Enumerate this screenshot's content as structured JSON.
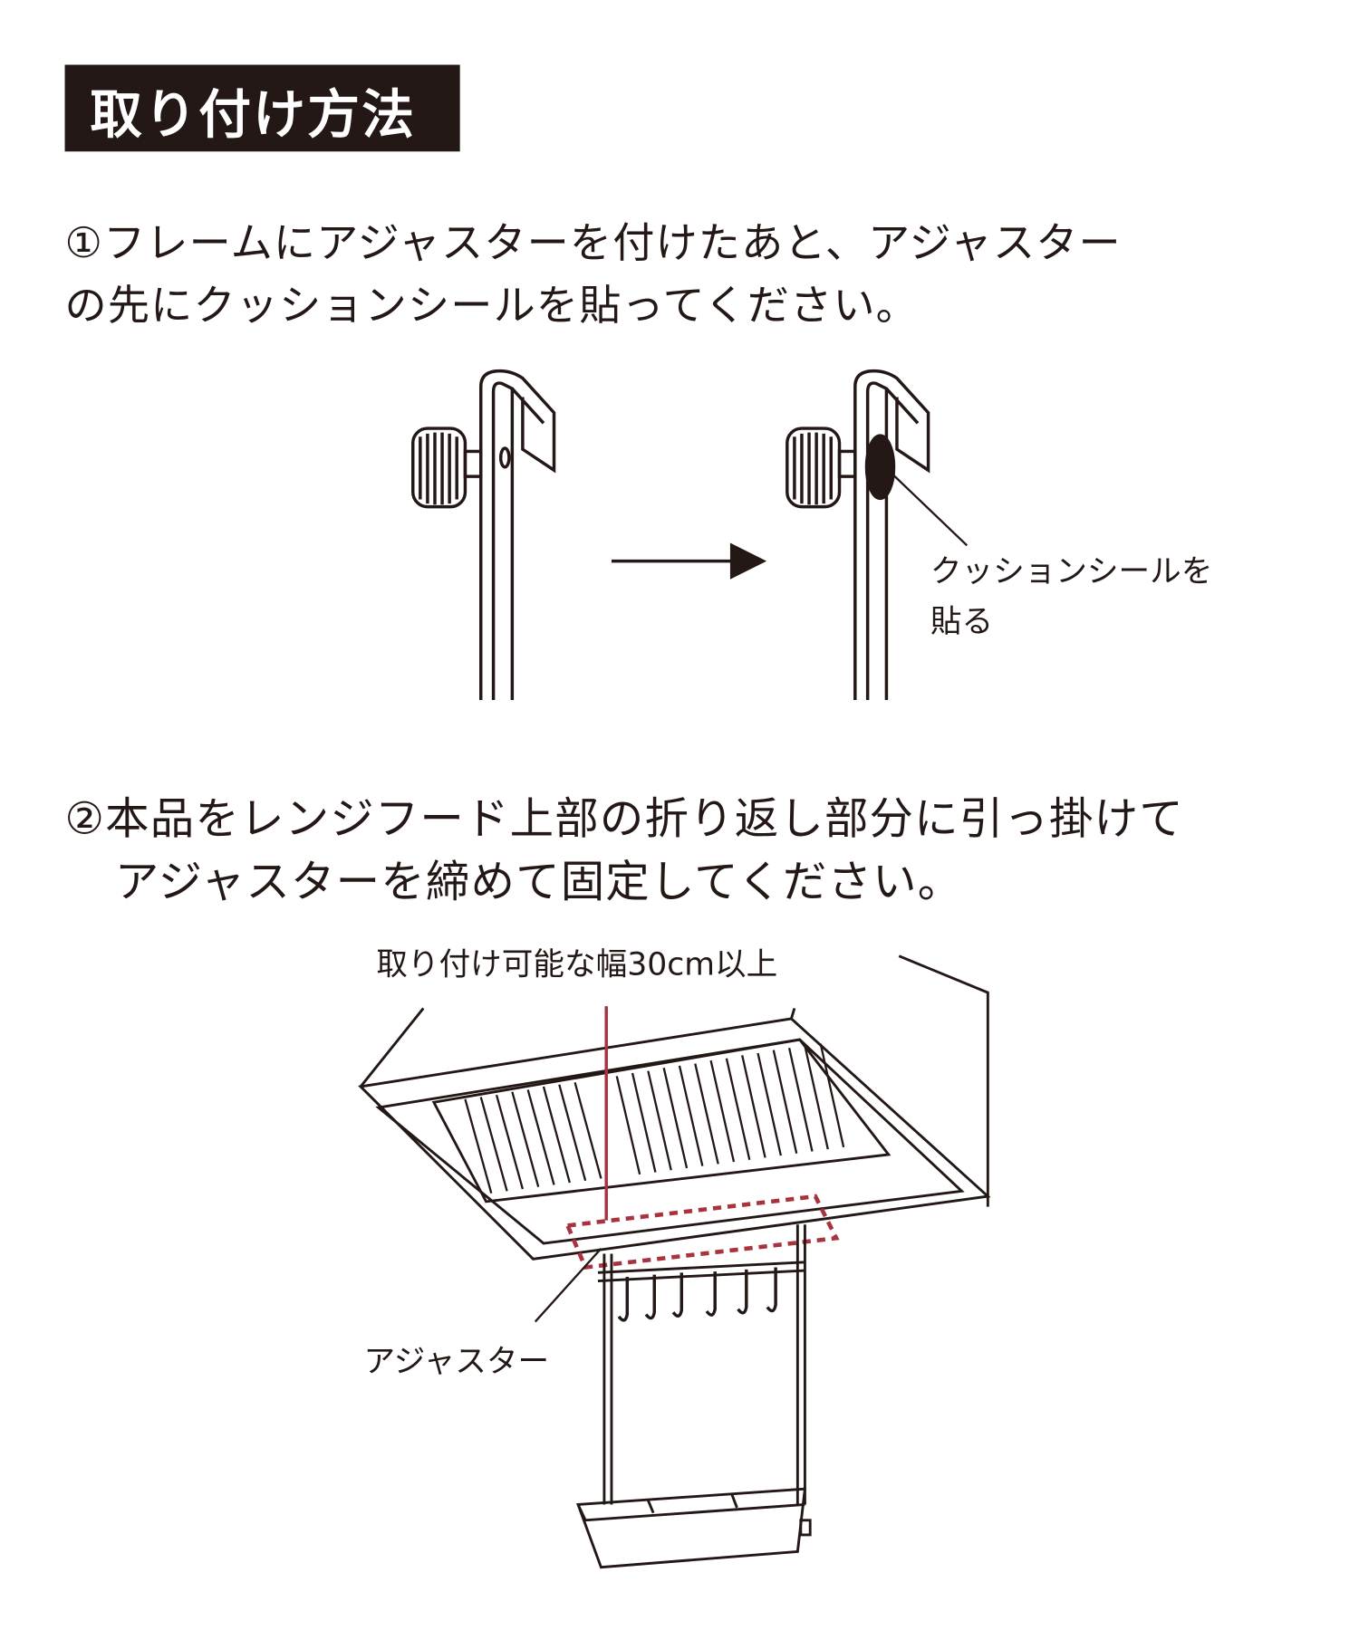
{
  "title": "取り付け方法",
  "step1": {
    "line1": "①フレームにアジャスターを付けたあと、アジャスター",
    "line2": "の先にクッションシールを貼ってください。",
    "callout_line1": "クッションシールを",
    "callout_line2": "貼る"
  },
  "step2": {
    "line1": "②本品をレンジフード上部の折り返し部分に引っ掛けて",
    "line2": "アジャスターを締めて固定してください。",
    "width_label": "取り付け可能な幅30cm以上",
    "adjuster_label": "アジャスター"
  },
  "colors": {
    "ink": "#231815",
    "accent": "#a8323e"
  }
}
